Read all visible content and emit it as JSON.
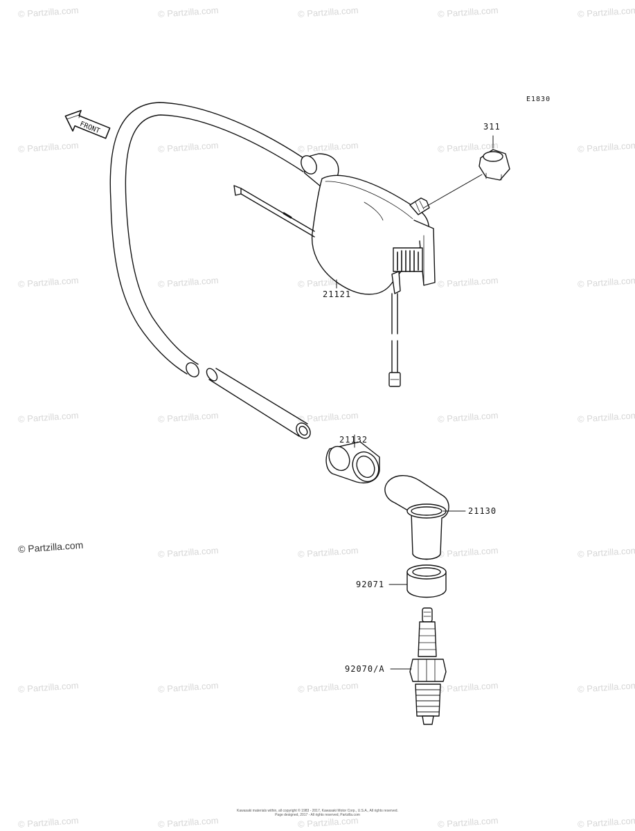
{
  "diagram": {
    "ref_code": "E1830",
    "front_label": "FRONT",
    "parts": {
      "nut": "311",
      "ignition_coil": "21121",
      "cap_seal": "21132",
      "plug_cap": "21130",
      "ring": "92071",
      "spark_plug": "92070/A"
    }
  },
  "watermark": {
    "text": "© Partzilla.com",
    "prominent_text": "© Partzilla.com"
  },
  "footer": {
    "line1": "Kawasaki materials within, all copyright © 1983 - 2017, Kawasaki Motor Corp., U.S.A., All rights reserved.",
    "line2": "Page designed, 2017 - All rights reserved, Partzilla.com"
  }
}
